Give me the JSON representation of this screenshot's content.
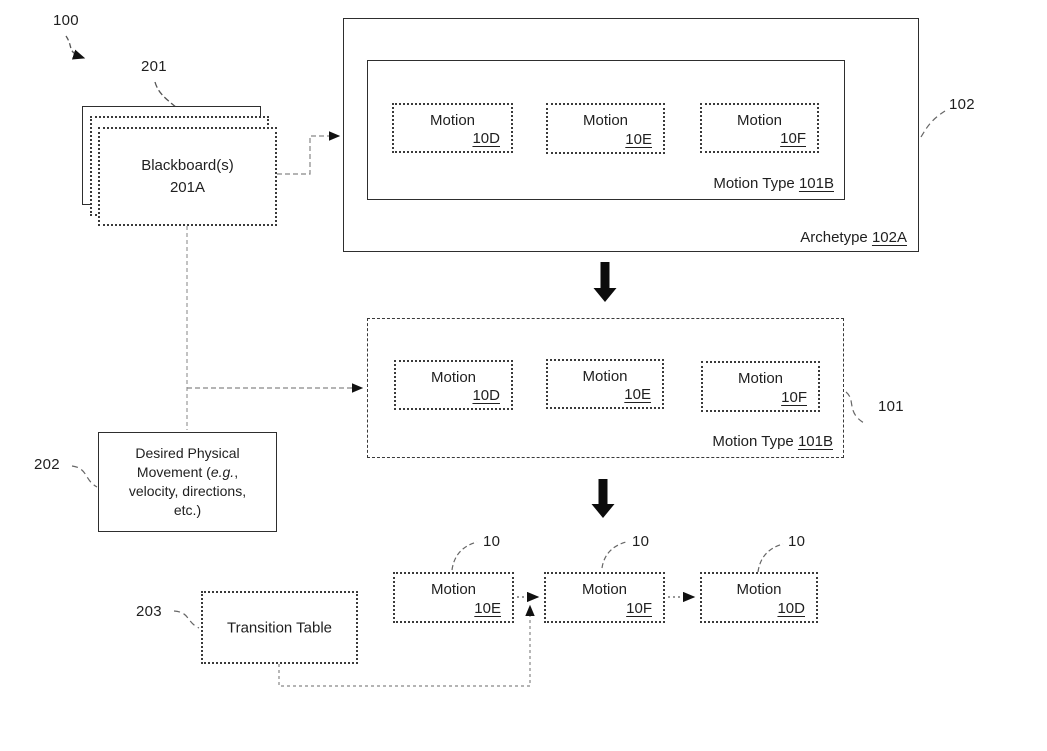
{
  "refs": {
    "figure": "100",
    "blackboard": "201",
    "movement": "202",
    "transition": "203",
    "motion_type": "101",
    "archetype": "102",
    "motion": "10"
  },
  "blackboard": {
    "title": "Blackboard(s)",
    "ref": "201A"
  },
  "archetype": {
    "label": "Archetype",
    "ref": "102A"
  },
  "motion_type": {
    "label": "Motion Type",
    "ref": "101B"
  },
  "motions_grid": [
    {
      "title": "Motion",
      "ref": "10D"
    },
    {
      "title": "Motion",
      "ref": "10E"
    },
    {
      "title": "Motion",
      "ref": "10F"
    }
  ],
  "motions_sequence": [
    {
      "title": "Motion",
      "ref": "10E"
    },
    {
      "title": "Motion",
      "ref": "10F"
    },
    {
      "title": "Motion",
      "ref": "10D"
    }
  ],
  "movement": {
    "line1": "Desired Physical",
    "line2_pre": "Movement (",
    "line2_em": "e.g.",
    "line2_post": ",",
    "line3": "velocity, directions,",
    "line4": "etc.)"
  },
  "transition_table": {
    "label": "Transition Table"
  }
}
